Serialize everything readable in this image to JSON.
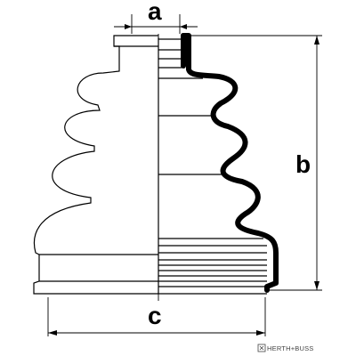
{
  "diagram": {
    "dimension_labels": {
      "a": "a",
      "b": "b",
      "c": "c"
    },
    "brand": "HERTH+BUSS"
  }
}
